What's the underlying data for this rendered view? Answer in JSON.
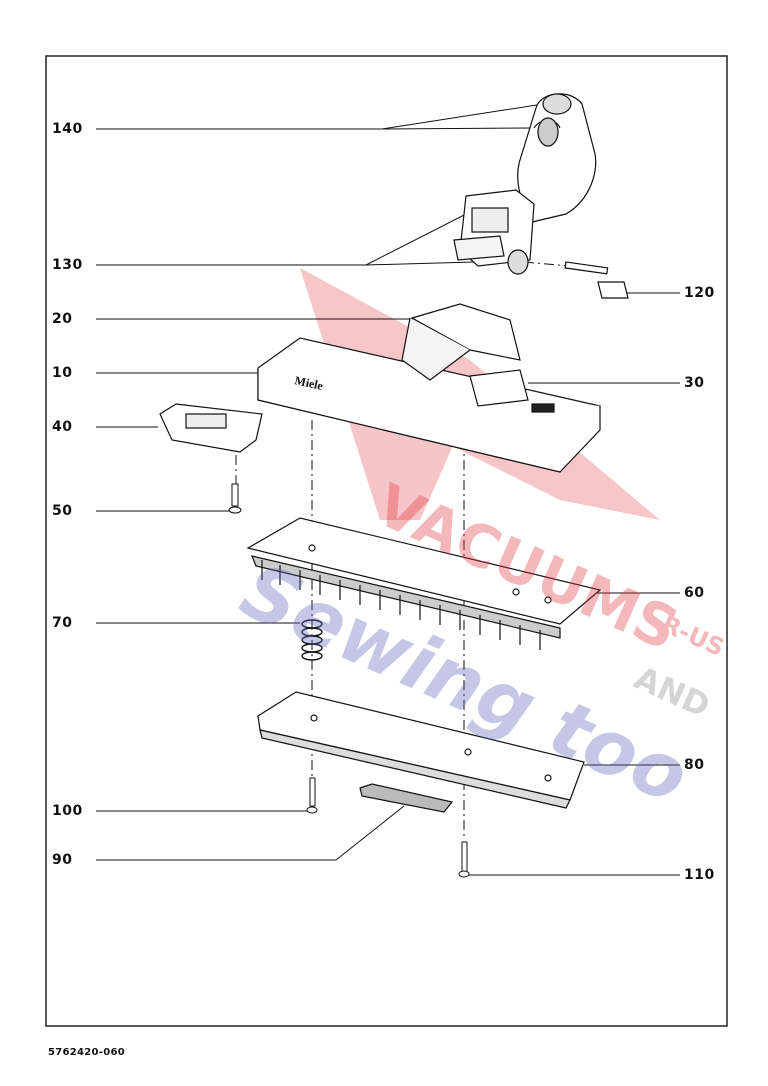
{
  "callouts": {
    "p140": "140",
    "p130": "130",
    "p20": "20",
    "p10": "10",
    "p40": "40",
    "p50": "50",
    "p70": "70",
    "p100": "100",
    "p90": "90",
    "p120": "120",
    "p30": "30",
    "p60": "60",
    "p80": "80",
    "p110": "110"
  },
  "brand_on_part": "Miele",
  "footer_code": "5762420-060",
  "watermark": {
    "line1": "VACUUMS",
    "line2": "R-US",
    "line3": "AND",
    "line4": "Sewing too",
    "red": "#e0343c",
    "blue": "#5a62b8",
    "grey": "#8a8a8a"
  }
}
